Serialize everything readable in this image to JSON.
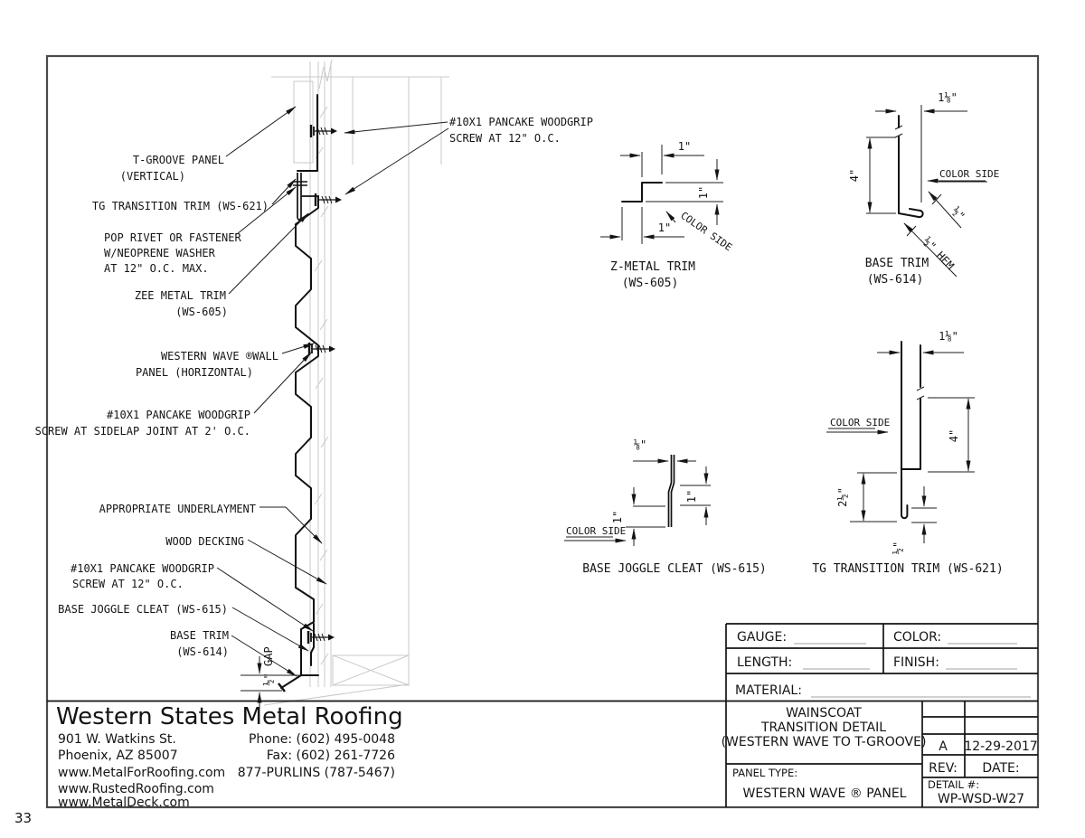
{
  "page": {
    "number": "33"
  },
  "drawing": {
    "callouts": {
      "screw_top_1": "#10X1 PANCAKE WOODGRIP",
      "screw_top_2": "SCREW AT 12\" O.C.",
      "t_groove_1": "T-GROOVE PANEL",
      "t_groove_2": "(VERTICAL)",
      "tg_trim": "TG TRANSITION TRIM (WS-621)",
      "pop_rivet_1": "POP RIVET OR FASTENER",
      "pop_rivet_2": "W/NEOPRENE WASHER",
      "pop_rivet_3": "AT 12\" O.C. MAX.",
      "zee_1": "ZEE METAL TRIM",
      "zee_2": "(WS-605)",
      "wave_1": "WESTERN WAVE ®WALL",
      "wave_2": "PANEL (HORIZONTAL)",
      "sidelap_1": "#10X1 PANCAKE WOODGRIP",
      "sidelap_2": "SCREW AT SIDELAP JOINT AT 2' O.C.",
      "underlayment": "APPROPRIATE UNDERLAYMENT",
      "decking": "WOOD DECKING",
      "screw_bot_1": "#10X1 PANCAKE WOODGRIP",
      "screw_bot_2": "SCREW AT 12\" O.C.",
      "joggle": "BASE JOGGLE CLEAT (WS-615)",
      "base_trim_1": "BASE TRIM",
      "base_trim_2": "(WS-614)",
      "gap": "½\" GAP"
    },
    "details": {
      "z_metal": {
        "title_1": "Z-METAL TRIM",
        "title_2": "(WS-605)",
        "dim_top": "1\"",
        "dim_right": "1\"",
        "dim_bottom": "1\"",
        "color_side": "COLOR SIDE"
      },
      "base_trim": {
        "title_1": "BASE TRIM",
        "title_2": "(WS-614)",
        "dim_top": "1⅛\"",
        "dim_left": "4\"",
        "dim_edge": "½\"",
        "dim_hem": "½\" HEM",
        "color_side": "COLOR SIDE"
      },
      "joggle_cleat": {
        "title": "BASE JOGGLE CLEAT (WS-615)",
        "dim_top": "⅛\"",
        "dim_right": "1\"",
        "dim_left": "1\"",
        "color_side": "COLOR SIDE"
      },
      "tg_transition": {
        "title": "TG TRANSITION TRIM (WS-621)",
        "dim_top": "1⅛\"",
        "dim_right": "4\"",
        "dim_left": "2½\"",
        "dim_bottom": "½\"",
        "color_side": "COLOR SIDE"
      }
    }
  },
  "title_block": {
    "gauge_label": "GAUGE:",
    "color_label": "COLOR:",
    "length_label": "LENGTH:",
    "finish_label": "FINISH:",
    "material_label": "MATERIAL:",
    "title_1": "WAINSCOAT",
    "title_2": "TRANSITION DETAIL",
    "title_3": "(WESTERN WAVE TO T-GROOVE)",
    "panel_type_label": "PANEL TYPE:",
    "panel_type_value": "WESTERN WAVE ® PANEL",
    "rev_value": "A",
    "date_value": "12-29-2017",
    "rev_label": "REV:",
    "date_label": "DATE:",
    "detail_label": "DETAIL #:",
    "detail_value": "WP-WSD-W27"
  },
  "company": {
    "name": "Western States Metal Roofing",
    "address_1": "901 W. Watkins St.",
    "address_2": "Phoenix, AZ 85007",
    "website_1": "www.MetalForRoofing.com",
    "website_2": "www.RustedRoofing.com",
    "website_3": "www.MetalDeck.com",
    "phone": "Phone: (602) 495-0048",
    "fax": "Fax: (602) 261-7726",
    "toll_free": "877-PURLINS (787-5467)"
  }
}
